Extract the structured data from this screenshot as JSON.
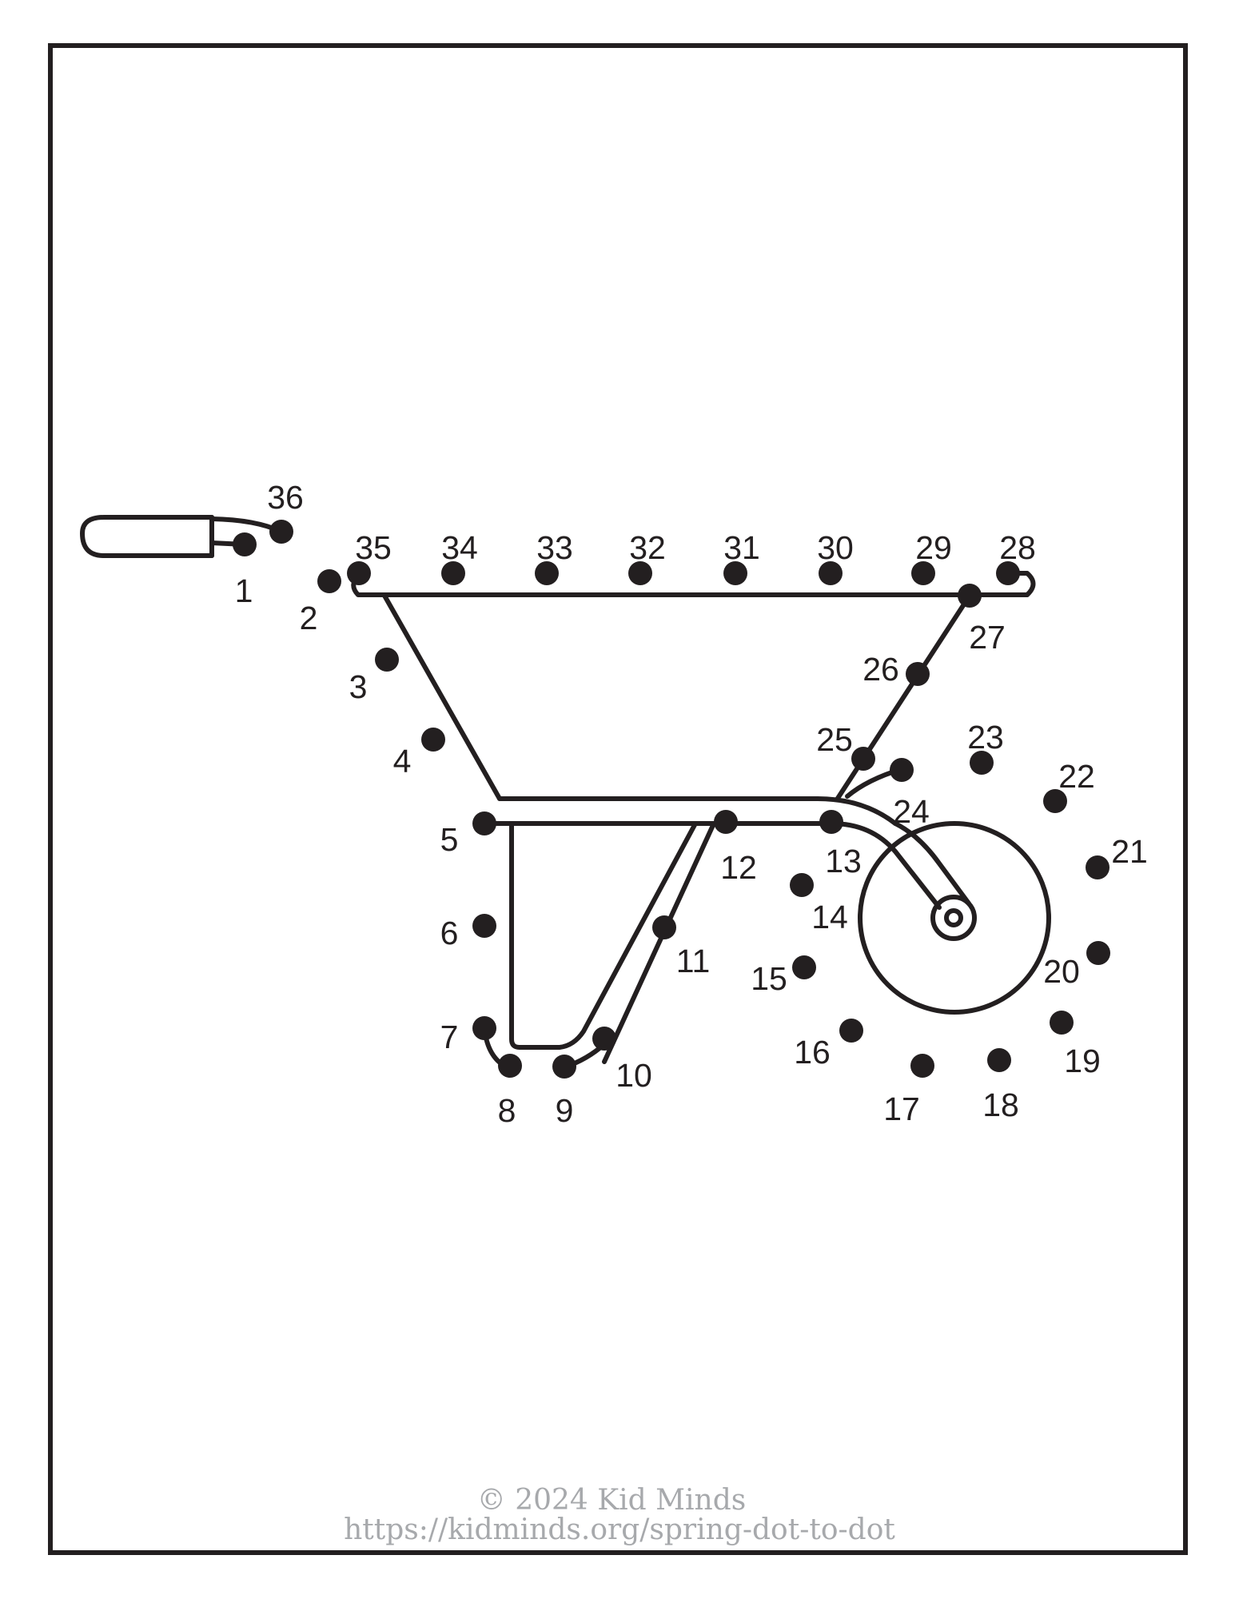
{
  "worksheet": {
    "dots": [
      {
        "n": "1"
      },
      {
        "n": "2"
      },
      {
        "n": "3"
      },
      {
        "n": "4"
      },
      {
        "n": "5"
      },
      {
        "n": "6"
      },
      {
        "n": "7"
      },
      {
        "n": "8"
      },
      {
        "n": "9"
      },
      {
        "n": "10"
      },
      {
        "n": "11"
      },
      {
        "n": "12"
      },
      {
        "n": "13"
      },
      {
        "n": "14"
      },
      {
        "n": "15"
      },
      {
        "n": "16"
      },
      {
        "n": "17"
      },
      {
        "n": "18"
      },
      {
        "n": "19"
      },
      {
        "n": "20"
      },
      {
        "n": "21"
      },
      {
        "n": "22"
      },
      {
        "n": "23"
      },
      {
        "n": "24"
      },
      {
        "n": "25"
      },
      {
        "n": "26"
      },
      {
        "n": "27"
      },
      {
        "n": "28"
      },
      {
        "n": "29"
      },
      {
        "n": "30"
      },
      {
        "n": "31"
      },
      {
        "n": "32"
      },
      {
        "n": "33"
      },
      {
        "n": "34"
      },
      {
        "n": "35"
      },
      {
        "n": "36"
      }
    ]
  },
  "footer": {
    "copyright": "© 2024 Kid Minds",
    "url": "https://kidminds.org/spring-dot-to-dot"
  },
  "colors": {
    "ink": "#231f20",
    "footer_text": "#a7a9ac",
    "background": "#ffffff"
  }
}
